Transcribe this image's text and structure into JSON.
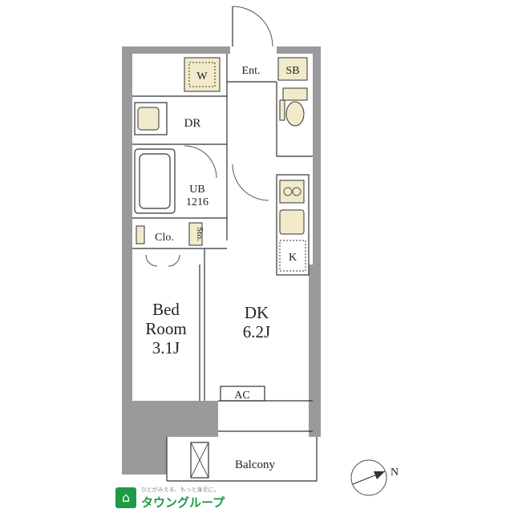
{
  "rooms": {
    "entrance": "Ent.",
    "shoe_box": "SB",
    "washer": "W",
    "dressing_room": "DR",
    "bath": "UB",
    "bath_size": "1216",
    "closet": "Clo.",
    "storage": "Sto.",
    "kitchen": "K",
    "bedroom_line1": "Bed",
    "bedroom_line2": "Room",
    "bedroom_size": "3.1J",
    "dining_kitchen": "DK",
    "dining_kitchen_size": "6.2J",
    "air_conditioner": "AC",
    "balcony": "Balcony"
  },
  "compass": {
    "label": "N"
  },
  "logo": {
    "tagline": "ひとがみえる、もっと身近に。",
    "name": "タウングループ"
  },
  "colors": {
    "wall": "#9a9a9a",
    "fixture": "#f1ebcb",
    "logo": "#1f9a45"
  }
}
